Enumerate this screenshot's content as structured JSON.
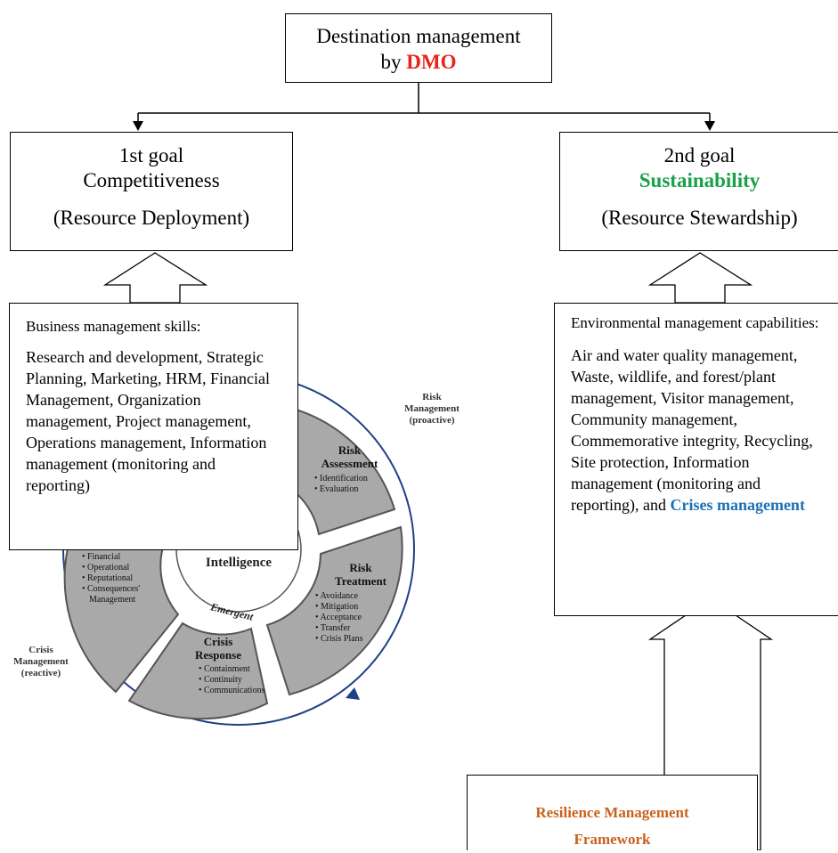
{
  "top": {
    "line1": "Destination management",
    "prefix": "by ",
    "dmo": "DMO"
  },
  "goal1": {
    "title": "1st goal",
    "name": "Competitiveness",
    "sub": "(Resource Deployment)"
  },
  "goal2": {
    "title": "2nd goal",
    "name": "Sustainability",
    "sub": "(Resource Stewardship)"
  },
  "business": {
    "heading": "Business management skills:",
    "body": "Research and development, Strategic Planning, Marketing, HRM, Financial Management, Organization management, Project management, Operations management, Information management (monitoring and reporting)"
  },
  "env": {
    "heading": "Environmental management capabilities:",
    "body": "Air and water quality management, Waste, wildlife, and forest/plant management, Visitor management, Community management, Commemorative integrity, Recycling, Site protection, Information management (monitoring and reporting), and",
    "crises": "Crises management"
  },
  "resilience": {
    "line1": "Resilience Management",
    "line2": "Framework"
  },
  "cycle": {
    "risk_mgmt": [
      "Risk",
      "Management",
      "(proactive)"
    ],
    "crisis_mgmt": [
      "Crisis",
      "Management",
      "(reactive)"
    ],
    "intelligence": "Intelligence",
    "emergent": "Emergent",
    "assessment": {
      "title1": "Risk",
      "title2": "Assessment",
      "items": [
        "Identification",
        "Evaluation"
      ]
    },
    "treatment": {
      "title1": "Risk",
      "title2": "Treatment",
      "items": [
        "Avoidance",
        "Mitigation",
        "Acceptance",
        "Transfer",
        "Crisis Plans"
      ]
    },
    "response": {
      "title1": "Crisis",
      "title2": "Response",
      "items": [
        "Containment",
        "Continuity",
        "Communications"
      ]
    },
    "left_items": [
      "Financial",
      "Operational",
      "Reputational",
      "Consequences'",
      "Management"
    ]
  },
  "colors": {
    "dmo": "#e8221b",
    "sustainability": "#1aa14a",
    "crises": "#1f6fb5",
    "resilience": "#c9621c",
    "segment": "#a9a9a9",
    "segment_border": "#555555"
  }
}
